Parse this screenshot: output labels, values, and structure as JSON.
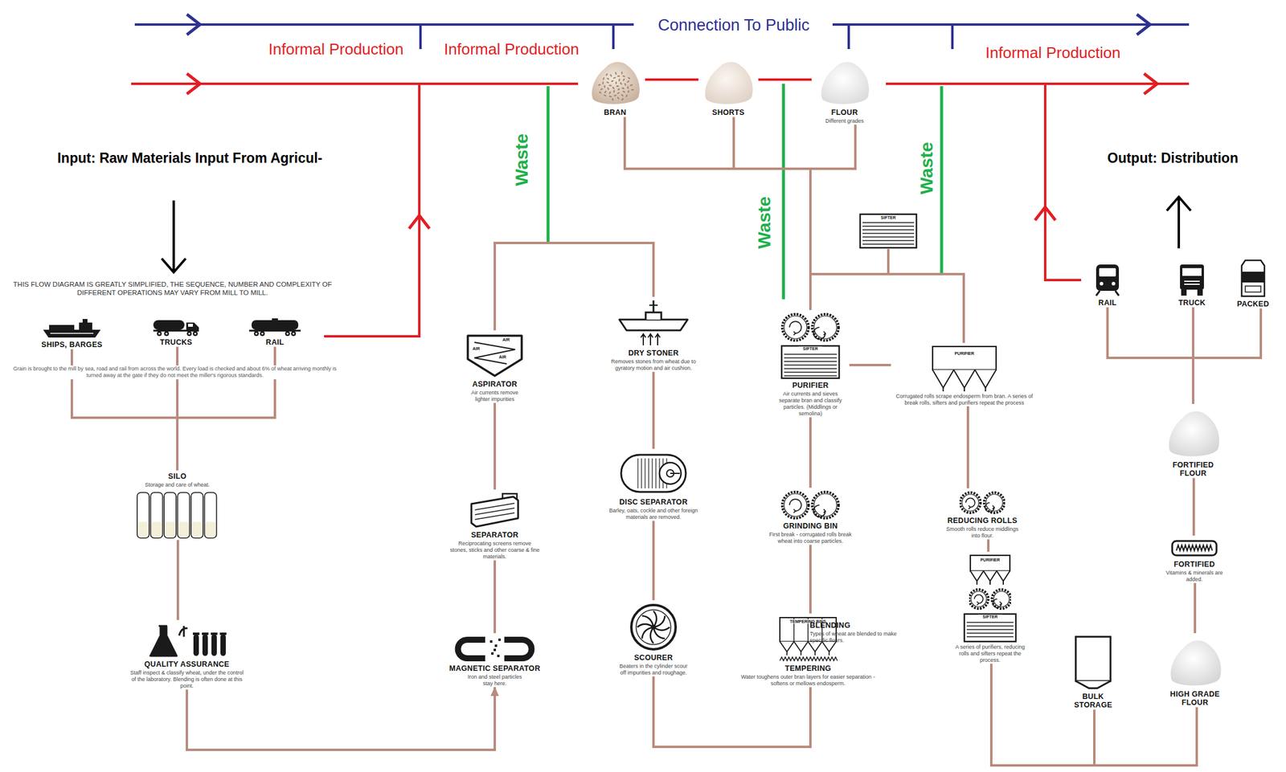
{
  "diagram": {
    "nodes": [
      {
        "text": [
          "BRAN"
        ]
      },
      {
        "text": [
          "SHORTS"
        ]
      },
      {
        "text": [
          "FLOUR",
          "Different grades"
        ]
      },
      {
        "text": [
          "SHIPS, BARGES"
        ]
      },
      {
        "text": [
          "TRUCKS"
        ]
      },
      {
        "text": [
          "RAIL"
        ]
      },
      {
        "text": [
          "SILO",
          "Storage and care of wheat."
        ]
      },
      {
        "text": [
          "QUALITY ASSURANCE",
          "Staff inspect & classify wheat, under the control of the laboratory. Blending is often done at this point."
        ]
      },
      {
        "text": [
          "AIR",
          "AIR",
          "AIR",
          "ASPIRATOR",
          "Air currents remove lighter impurities"
        ]
      },
      {
        "text": [
          "SEPARATOR",
          "Reciprocating screens remove stones, sticks and other coarse & fine materials."
        ]
      },
      {
        "text": [
          "MAGNETIC SEPARATOR",
          "Iron and steel particles stay here."
        ]
      },
      {
        "text": [
          "DRY STONER",
          "Removes stones from wheat due to gyratory motion and air cushion."
        ]
      },
      {
        "text": [
          "DISC SEPARATOR",
          "Barley, oats, cockle and other foreign materials are removed."
        ]
      },
      {
        "text": [
          "SCOURER",
          "Beaters in the cylinder scour off impurities and roughage."
        ]
      },
      {
        "text": [
          "TEMPERING BINS",
          "BLENDING",
          "Types of wheat are blended to make specific flours.",
          "TEMPERING",
          "Water toughens outer bran layers for easier separation - softens or mellows endosperm."
        ]
      },
      {
        "text": [
          "GRINDING BIN",
          "First break - corrugated rolls break wheat into coarse particles."
        ]
      },
      {
        "text": [
          "SIFTER",
          "PURIFIER",
          "Air currents and sieves separate bran and classify particles. (Middlings or semolina)"
        ]
      },
      {
        "text": [
          "SIFTER"
        ]
      },
      {
        "text": [
          "PURIFIER",
          "Corrugated rolls scrape endosperm from bran. A series of break rolls, sifters and purifiers repeat the process"
        ]
      },
      {
        "text": [
          "REDUCING ROLLS",
          "Smooth rolls reduce middlings into flour."
        ]
      },
      {
        "text": [
          "PURIFIER",
          "SIFTER",
          "A series of purifiers, reducing rolls and sifters repeat the process."
        ]
      },
      {
        "text": [
          "BULK STORAGE"
        ]
      },
      {
        "text": [
          "HIGH GRADE FLOUR"
        ]
      },
      {
        "text": [
          "FORTIFIED",
          "Vitamins & minerals are added."
        ]
      },
      {
        "text": [
          "FORTIFIED FLOUR"
        ]
      },
      {
        "text": [
          "RAIL"
        ]
      },
      {
        "text": [
          "TRUCK"
        ]
      },
      {
        "text": [
          "PACKED"
        ]
      }
    ],
    "edges": [
      {
        "from": 3,
        "to": 6,
        "arrow": "none"
      },
      {
        "from": 4,
        "to": 6,
        "arrow": "none"
      },
      {
        "from": 5,
        "to": 6,
        "arrow": "none"
      },
      {
        "from": 6,
        "to": 7,
        "arrow": "none"
      },
      {
        "from": 7,
        "to": 10,
        "arrow": "to"
      },
      {
        "from": 10,
        "to": 9,
        "arrow": "none"
      },
      {
        "from": 9,
        "to": 8,
        "arrow": "none"
      },
      {
        "from": 8,
        "to": 11,
        "arrow": "none"
      },
      {
        "from": 11,
        "to": 12,
        "arrow": "none"
      },
      {
        "from": 12,
        "to": 13,
        "arrow": "none"
      },
      {
        "from": 13,
        "to": 14,
        "arrow": "none"
      },
      {
        "from": 14,
        "to": 15,
        "arrow": "none"
      },
      {
        "from": 15,
        "to": 16,
        "arrow": "none"
      },
      {
        "from": 16,
        "to": 0,
        "arrow": "none"
      },
      {
        "from": 16,
        "to": 1,
        "arrow": "none"
      },
      {
        "from": 16,
        "to": 2,
        "arrow": "none"
      },
      {
        "from": 16,
        "to": 17,
        "arrow": "none"
      },
      {
        "from": 17,
        "to": 18,
        "arrow": "none"
      },
      {
        "from": 16,
        "to": 18,
        "arrow": "none"
      },
      {
        "from": 18,
        "to": 19,
        "arrow": "none"
      },
      {
        "from": 19,
        "to": 20,
        "arrow": "none"
      },
      {
        "from": 20,
        "to": 21,
        "arrow": "none"
      },
      {
        "from": 20,
        "to": 22,
        "arrow": "none"
      },
      {
        "from": 22,
        "to": 23,
        "arrow": "none"
      },
      {
        "from": 23,
        "to": 24,
        "arrow": "none"
      },
      {
        "from": 24,
        "to": 25,
        "arrow": "none"
      },
      {
        "from": 24,
        "to": 26,
        "arrow": "none"
      },
      {
        "from": 24,
        "to": 27,
        "arrow": "none"
      },
      {
        "from": 0,
        "to": 1,
        "arrow": "none"
      },
      {
        "from": 1,
        "to": 2,
        "arrow": "none"
      }
    ],
    "labels": [
      "Connection To Public",
      "Informal Production",
      "Informal Production",
      "Informal Production",
      "Waste",
      "Waste",
      "Waste",
      "Input: Raw Materials Input From Agricul-",
      "Output: Distribution",
      "THIS FLOW DIAGRAM IS GREATLY SIMPLIFIED, THE SEQUENCE, NUMBER AND COMPLEXITY OF DIFFERENT OPERATIONS MAY VARY FROM MILL TO MILL.",
      "Grain is brought to the mill by sea, road and rail from across the world. Every load is checked and about 6% of wheat arriving monthly is turned away at the gate if they do not meet the miller's rigorous standards."
    ]
  }
}
